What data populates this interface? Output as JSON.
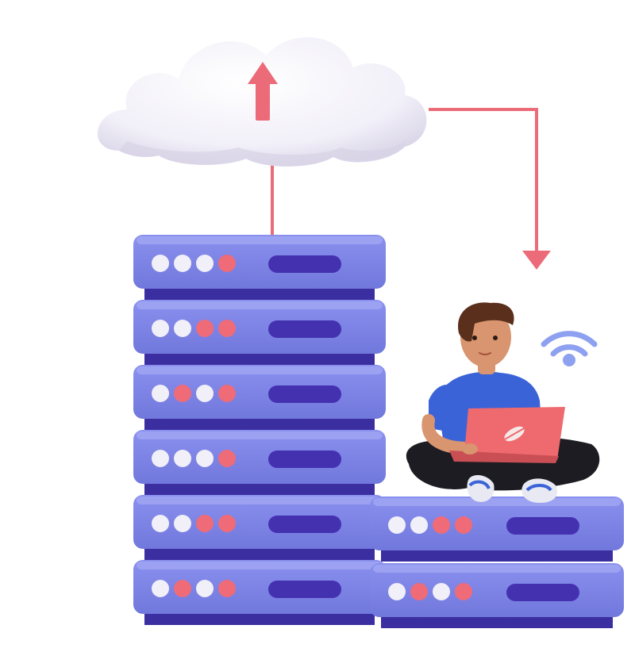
{
  "colors": {
    "background": "#ffffff",
    "server_face": "#7f86e6",
    "server_top": "#a1a7f2",
    "server_shadow": "#3b2ea0",
    "server_slot": "#4431b0",
    "led_white": "#f1eff8",
    "led_red": "#ef6b78",
    "arrow": "#ec6b78",
    "cloud": "#f3f1f8",
    "cloud_shade": "#dcd8ea",
    "shirt": "#3a63d8",
    "pants": "#1c1c22",
    "laptop": "#ee6a6e",
    "skin": "#d8956f",
    "hair": "#5a2f1c",
    "wifi": "#8ea1f0"
  },
  "icons": {
    "cloud": "cloud-icon",
    "upload_arrow": "arrow-up-icon",
    "download_arrow": "arrow-down-icon",
    "wifi": "wifi-icon",
    "laptop_logo": "leaf-icon"
  },
  "tall_stack": {
    "units": [
      {
        "leds": [
          "white",
          "white",
          "white",
          "red"
        ]
      },
      {
        "leds": [
          "white",
          "white",
          "red",
          "red"
        ]
      },
      {
        "leds": [
          "white",
          "red",
          "white",
          "red"
        ]
      },
      {
        "leds": [
          "white",
          "white",
          "white",
          "red"
        ]
      },
      {
        "leds": [
          "white",
          "white",
          "red",
          "red"
        ]
      },
      {
        "leds": [
          "white",
          "red",
          "white",
          "red"
        ]
      }
    ]
  },
  "short_stack": {
    "units": [
      {
        "leds": [
          "white",
          "white",
          "red",
          "red"
        ]
      },
      {
        "leds": [
          "white",
          "red",
          "white",
          "red"
        ]
      }
    ]
  }
}
